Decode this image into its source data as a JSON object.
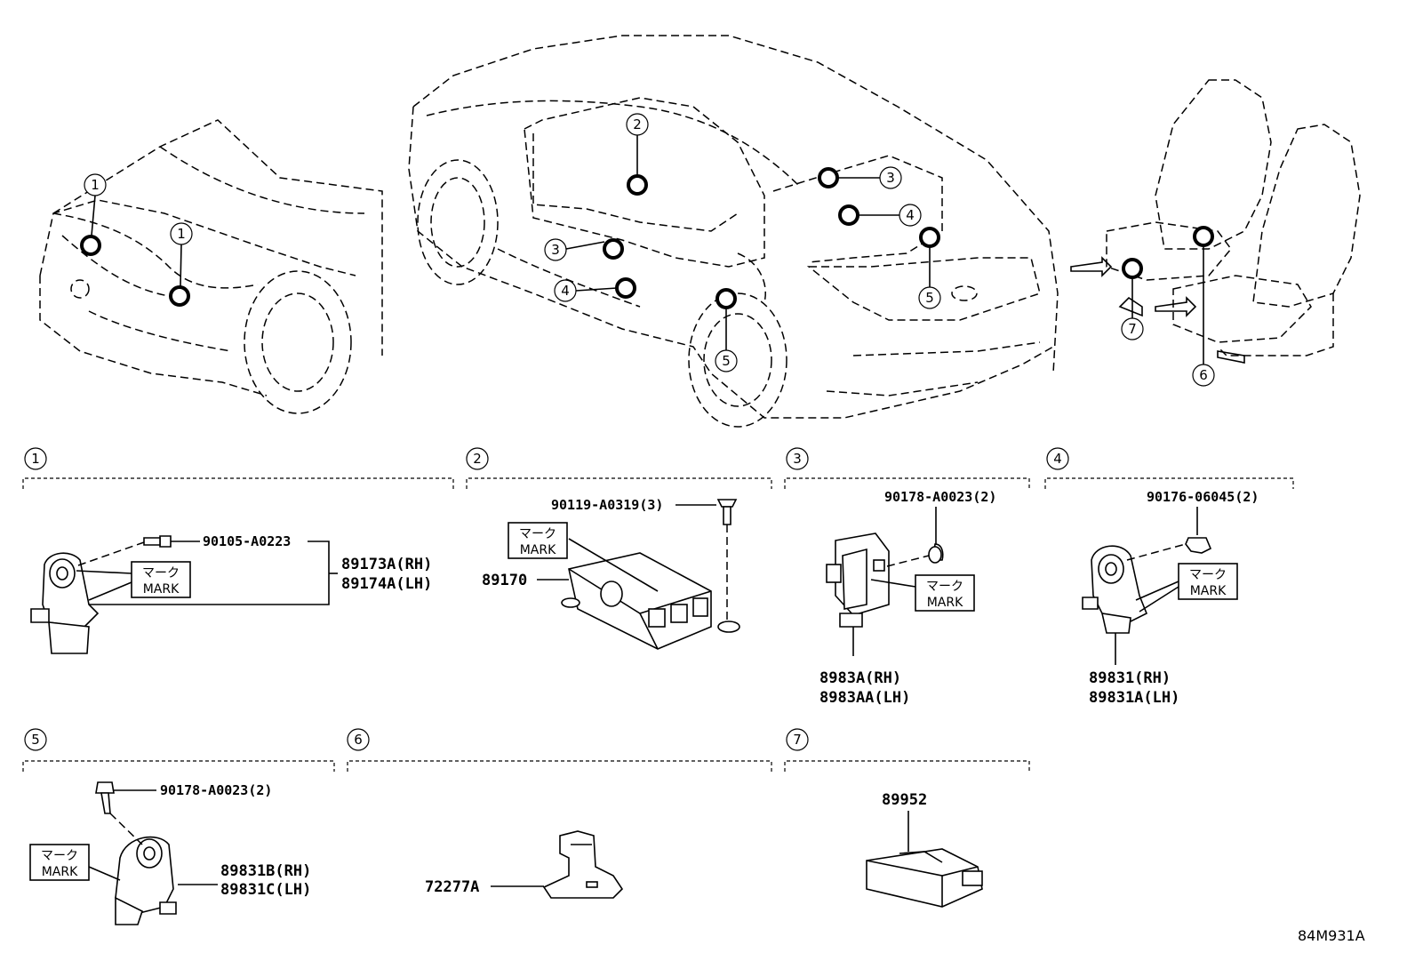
{
  "callouts": [
    "1",
    "2",
    "3",
    "4",
    "5",
    "6",
    "7"
  ],
  "mark": {
    "jp": "マーク",
    "en": "MARK"
  },
  "sections": {
    "s1": {
      "number": "1",
      "bolt": "90105-A0223",
      "parts": [
        "89173A(RH)",
        "89174A(LH)"
      ]
    },
    "s2": {
      "number": "2",
      "bolt": "90119-A0319(3)",
      "part": "89170"
    },
    "s3": {
      "number": "3",
      "bolt": "90178-A0023(2)",
      "parts": [
        "8983A(RH)",
        "8983AA(LH)"
      ]
    },
    "s4": {
      "number": "4",
      "bolt": "90176-06045(2)",
      "parts": [
        "89831(RH)",
        "89831A(LH)"
      ]
    },
    "s5": {
      "number": "5",
      "bolt": "90178-A0023(2)",
      "parts": [
        "89831B(RH)",
        "89831C(LH)"
      ]
    },
    "s6": {
      "number": "6",
      "part": "72277A"
    },
    "s7": {
      "number": "7",
      "part": "89952"
    }
  },
  "figure_code": "84M931A"
}
